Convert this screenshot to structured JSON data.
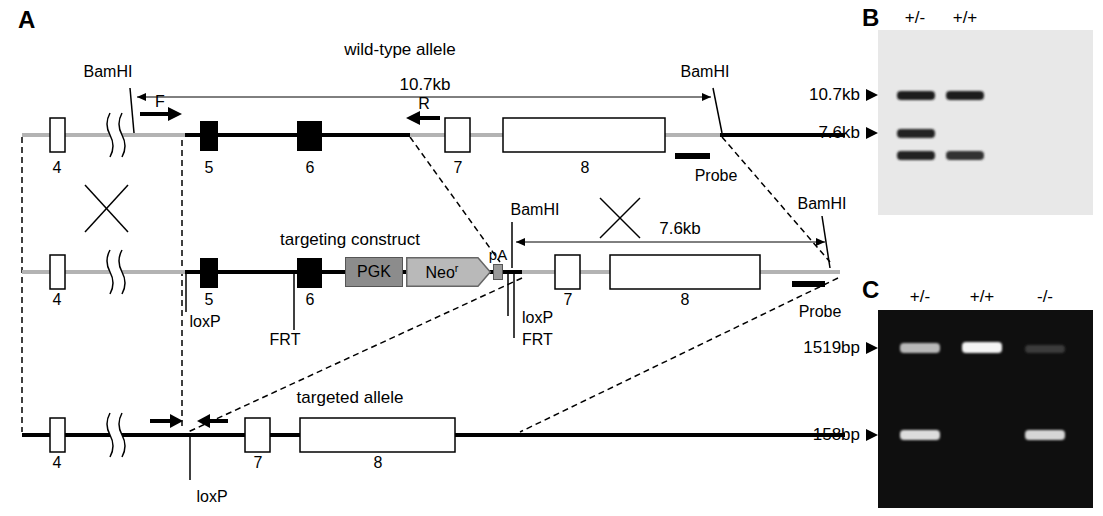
{
  "diagram": {
    "nodes": [
      {
        "text": [
          "PGK"
        ]
      },
      {
        "text": [
          "Neo",
          "r"
        ]
      },
      {
        "text": [
          "pA"
        ]
      }
    ],
    "labels": [
      "A",
      "wild-type allele",
      "BamHI",
      "10.7kb",
      "BamHI",
      "F",
      "R",
      "4",
      "5",
      "6",
      "7",
      "8",
      "Probe",
      "targeting construct",
      "BamHI",
      "7.6kb",
      "BamHI",
      "4",
      "5",
      "6",
      "7",
      "8",
      "loxP",
      "FRT",
      "loxP",
      "FRT",
      "Probe",
      "targeted allele",
      "4",
      "7",
      "8",
      "loxP",
      "B",
      "+/-",
      "+/+",
      "10.7kb",
      "7.6kb",
      "C",
      "+/-",
      "+/+",
      "-/-",
      "1519bp",
      "158bp"
    ]
  }
}
